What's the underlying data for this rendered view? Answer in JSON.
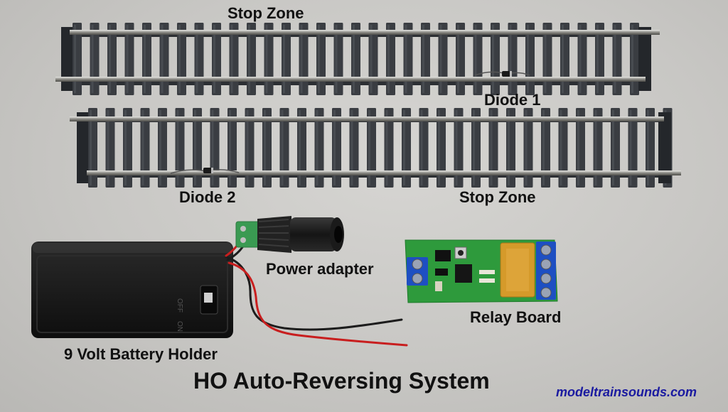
{
  "labels": {
    "stop_zone_top": "Stop Zone",
    "diode_1": "Diode 1",
    "diode_2": "Diode 2",
    "stop_zone_bottom": "Stop Zone",
    "power_adapter": "Power adapter",
    "relay_board": "Relay Board",
    "battery_holder": "9 Volt Battery Holder",
    "title": "HO Auto-Reversing System",
    "website": "modeltrainsounds.com"
  },
  "colors": {
    "background": "#c9c8c6",
    "tie": "#3a3d42",
    "rail": "#8a8a86",
    "pcb": "#2e9a3c",
    "relay": "#d59a2a",
    "terminal": "#1e4fc2",
    "battery": "#1b1b1b",
    "website_text": "#1a1aa0"
  }
}
